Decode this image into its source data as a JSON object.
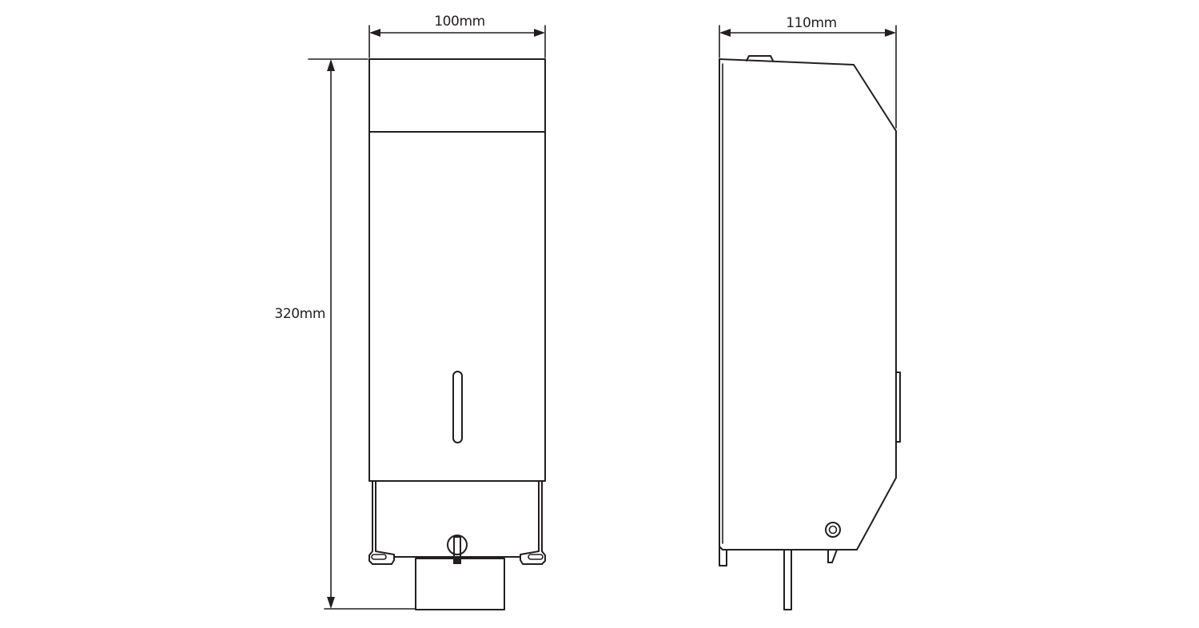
{
  "front_view": {
    "width_label": "100mm",
    "height_label": "320mm"
  },
  "side_view": {
    "depth_label": "110mm"
  },
  "colors": {
    "line": "#231f20",
    "background": "#ffffff"
  }
}
